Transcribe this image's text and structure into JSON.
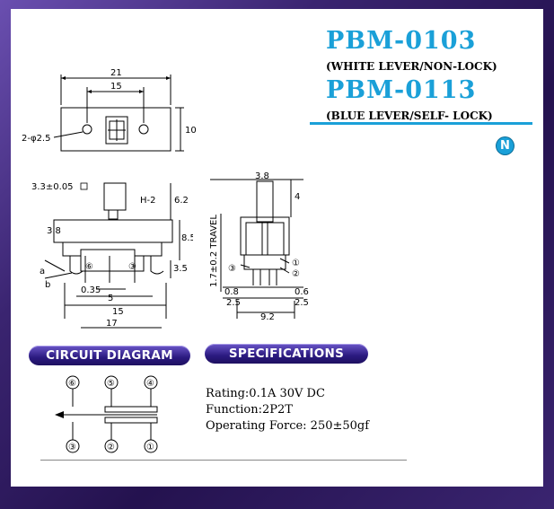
{
  "titles": {
    "model1": "PBM-0103",
    "model1_note": "(WHITE  LEVER/NON-LOCK)",
    "model2": "PBM-0113",
    "model2_note": "(BLUE  LEVER/SELF- LOCK)",
    "badge": "N"
  },
  "sections": {
    "circuit": "CIRCUIT DIAGRAM",
    "specs": "SPECIFICATIONS"
  },
  "specs": {
    "rating": "Rating:0.1A 30V DC",
    "function": "Function:2P2T",
    "force": "Operating Force: 250±50gf"
  },
  "top_view": {
    "width": "21",
    "pitch": "15",
    "height": "10",
    "hole": "2-φ2.5"
  },
  "front_view": {
    "tol": "3.3±0.05",
    "d_h2": "H-2",
    "d_62": "6.2",
    "d_38": "3.8",
    "d_85": "8.5",
    "d_35": "3.5",
    "d_035": "0.35",
    "d_5": "5",
    "d_15": "15",
    "d_17": "17",
    "label_a": "a",
    "label_b": "b",
    "pin_6": "⑥",
    "pin_3": "③"
  },
  "side_view": {
    "d_38": "3.8",
    "d_4": "4",
    "travel": "1.7±0.2  TRAVEL",
    "d_08": "0.8",
    "d_06": "0.6",
    "d_25a": "2.5",
    "d_25b": "2.5",
    "d_92": "9.2",
    "pin_1": "①",
    "pin_2": "②",
    "pin_3": "③"
  },
  "circuit": {
    "top_pins": [
      "⑥",
      "⑤",
      "④"
    ],
    "bottom_pins": [
      "③",
      "②",
      "①"
    ]
  }
}
